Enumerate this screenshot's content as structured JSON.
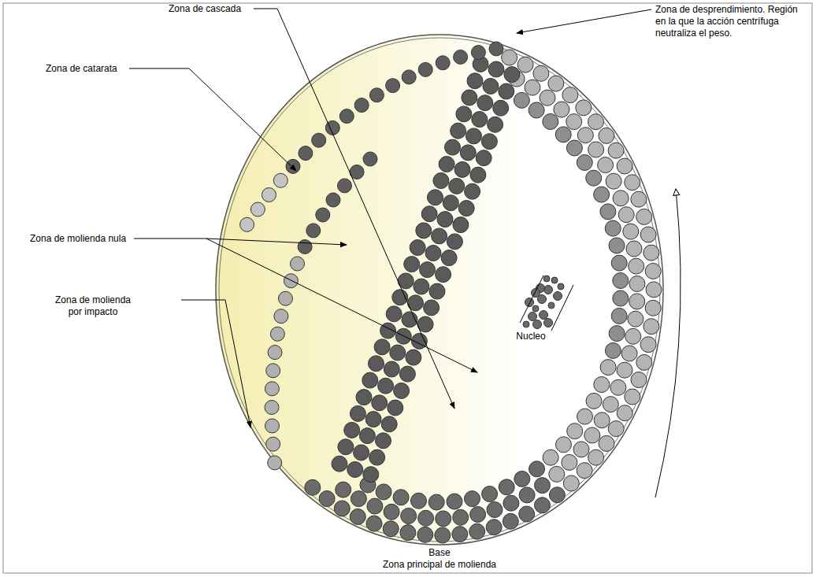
{
  "diagram": {
    "labels": [
      "Zona de cascada",
      "Zona de desprendimiento. Región en la que la acción centrífuga neutraliza el peso.",
      "Zona de catarata",
      "Zona de molienda nula",
      "Nucleo",
      "Zona de molienda por impacto",
      "Base",
      "Zona principal de molienda"
    ]
  }
}
